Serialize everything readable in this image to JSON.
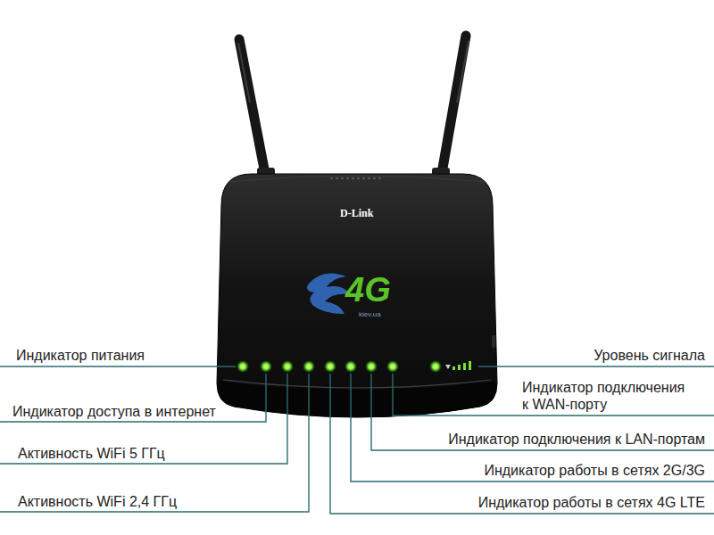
{
  "diagram": {
    "labels": [
      "Индикатор питания",
      "Индикатор доступа в интернет",
      "Активность WiFi 5 ГГц",
      "Активность WiFi 2,4 ГГц",
      "Уровень сигнала",
      "Индикатор подключения к WAN-порту",
      "Индикатор подключения к LAN-портам",
      "Индикатор работы в сетях 2G/3G",
      "Индикатор работы в сетях 4G LTE",
      "D-Link",
      "4G",
      "kiev.ua"
    ]
  }
}
